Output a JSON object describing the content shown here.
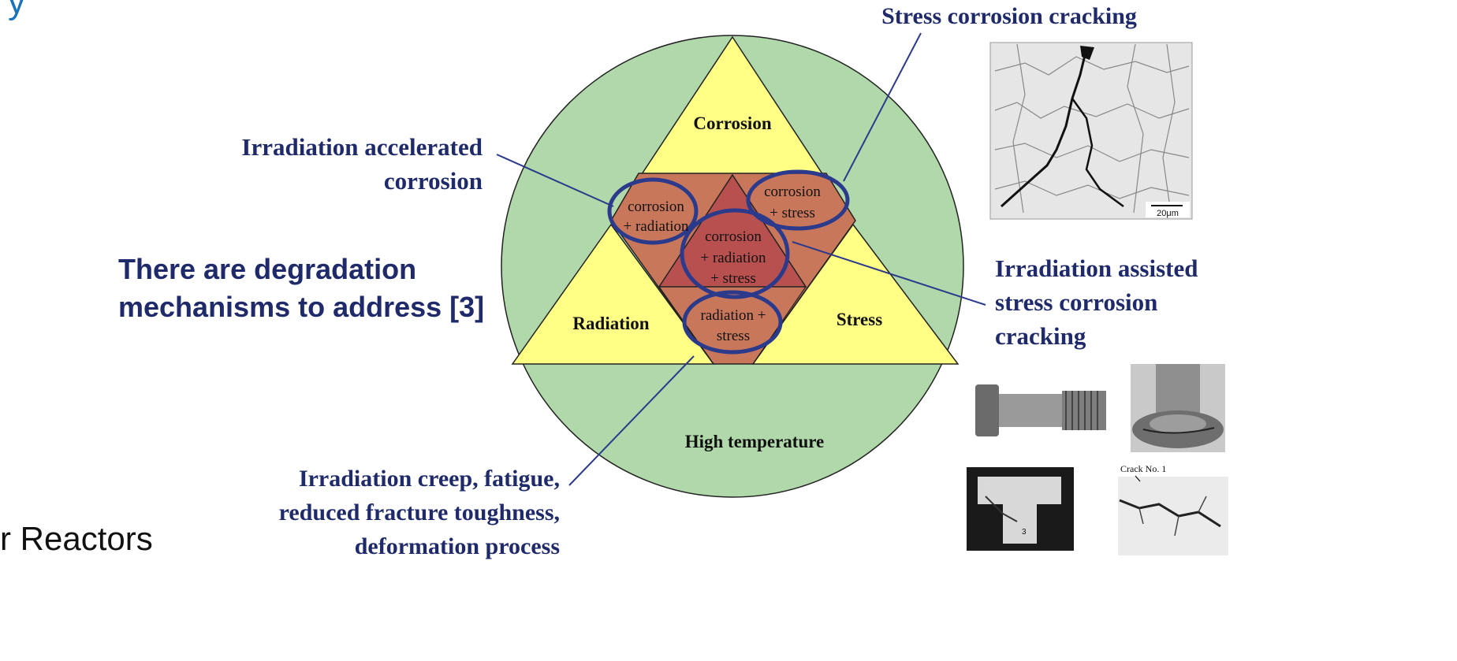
{
  "left_text": {
    "top_fragment": "y",
    "statement_line1": "There are degradation",
    "statement_line2": "mechanisms to address [3]",
    "bottom_fragment": "r Reactors"
  },
  "diagram": {
    "outer_circle_label": "High temperature",
    "triangles": {
      "top": "Corrosion",
      "left": "Radiation",
      "right": "Stress"
    },
    "overlaps": {
      "corrosion_radiation": [
        "corrosion",
        "+ radiation"
      ],
      "corrosion_stress": [
        "corrosion",
        "+ stress"
      ],
      "all_three": [
        "corrosion",
        "+ radiation",
        "+ stress"
      ],
      "radiation_stress": [
        "radiation +",
        "stress"
      ]
    },
    "colors": {
      "circle_fill": "#b0d8aa",
      "triangle_fill": "#ffff86",
      "overlap_fill": "#c8775a",
      "center_fill": "#b8504f",
      "highlight_stroke": "#2c3a8c",
      "callout_text": "#1f2a6b"
    }
  },
  "callouts": {
    "irradiation_accelerated": [
      "Irradiation accelerated",
      "corrosion"
    ],
    "stress_corrosion_cracking": "Stress corrosion cracking",
    "irradiation_assisted": [
      "Irradiation assisted",
      "stress corrosion",
      "cracking"
    ],
    "irradiation_creep": [
      "Irradiation creep, fatigue,",
      "reduced fracture toughness,",
      "deformation process"
    ]
  },
  "photos": {
    "micrograph_scale": "20μm",
    "crack_label": "Crack No. 1"
  }
}
